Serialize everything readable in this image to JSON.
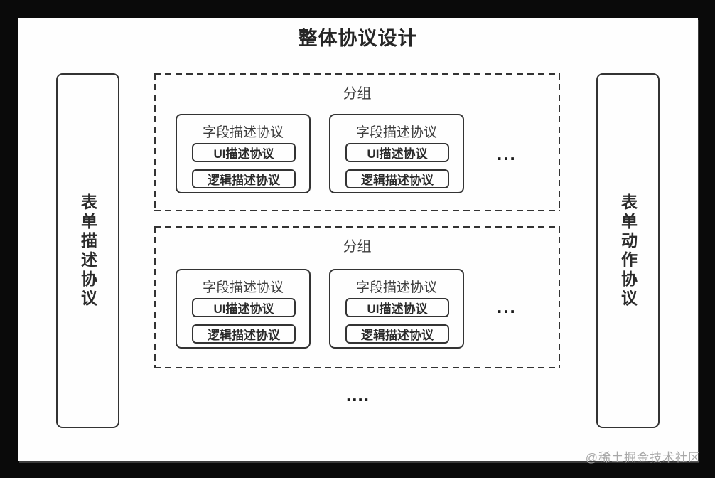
{
  "title": "整体协议设计",
  "left_panel": {
    "label": "表单描述协议"
  },
  "right_panel": {
    "label": "表单动作协议"
  },
  "groups": [
    {
      "label": "分组",
      "more_fields_ellipsis": "...",
      "fields": [
        {
          "label": "字段描述协议",
          "children": [
            "UI描述协议",
            "逻辑描述协议"
          ]
        },
        {
          "label": "字段描述协议",
          "children": [
            "UI描述协议",
            "逻辑描述协议"
          ]
        }
      ]
    },
    {
      "label": "分组",
      "more_fields_ellipsis": "...",
      "fields": [
        {
          "label": "字段描述协议",
          "children": [
            "UI描述协议",
            "逻辑描述协议"
          ]
        },
        {
          "label": "字段描述协议",
          "children": [
            "UI描述协议",
            "逻辑描述协议"
          ]
        }
      ]
    }
  ],
  "more_groups_ellipsis": "....",
  "watermark": "@稀土掘金技术社区",
  "colors": {
    "frame": "#0a0a0a",
    "canvas": "#fefefe",
    "line": "#333333",
    "text_primary": "#2b2b2b",
    "text_secondary": "#3d3d3d",
    "watermark": "#a8a8a8"
  }
}
